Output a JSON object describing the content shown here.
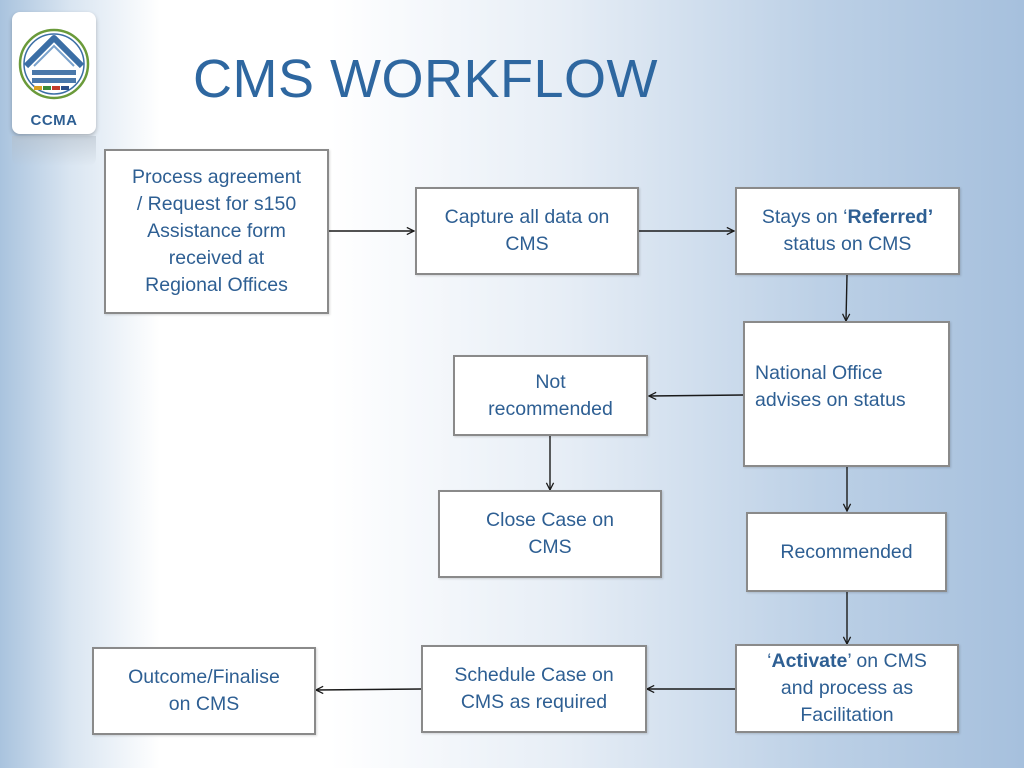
{
  "header": {
    "title": "CMS WORKFLOW"
  },
  "logo": {
    "text": "CCMA",
    "icon": "ccma-house-logo-icon"
  },
  "nodes": {
    "process_agreement": "Process agreement\n/ Request for s150\nAssistance form\nreceived at\nRegional Offices",
    "capture_data": "Capture all data on\nCMS",
    "stays_referred": {
      "before": "Stays on ‘",
      "bold": "Referred’",
      "after": "\nstatus on CMS"
    },
    "national_office": "National Office\nadvises on status",
    "not_recommended": "Not\nrecommended",
    "close_case": "Close Case on\nCMS",
    "recommended": "Recommended",
    "activate": {
      "before": "‘",
      "bold": "Activate",
      "after": "’ on CMS\nand process as\nFacilitation"
    },
    "schedule_case": "Schedule Case on\nCMS as required",
    "outcome_finalise": "Outcome/Finalise\non CMS"
  },
  "colors": {
    "text": "#2e5f93",
    "title": "#2e67a0",
    "box_border": "#8a8a8a",
    "arrow": "#1a1a1a"
  }
}
